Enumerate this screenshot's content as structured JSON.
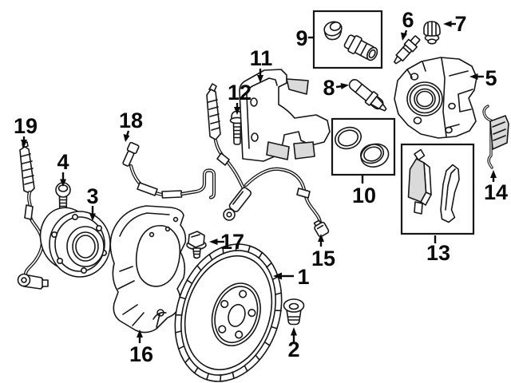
{
  "diagram": {
    "type": "exploded-parts-diagram",
    "subject": "disc-brake-components",
    "background_color": "#ffffff",
    "line_color": "#161616",
    "shade_color": "#dadada",
    "callouts": [
      {
        "num": "1",
        "part": "brake-rotor"
      },
      {
        "num": "2",
        "part": "rotor-set-screw"
      },
      {
        "num": "3",
        "part": "wheel-hub-bearing"
      },
      {
        "num": "4",
        "part": "hub-bolt"
      },
      {
        "num": "5",
        "part": "brake-caliper"
      },
      {
        "num": "6",
        "part": "bleeder-screw"
      },
      {
        "num": "7",
        "part": "bleeder-screw-cap"
      },
      {
        "num": "8",
        "part": "caliper-guide-pin"
      },
      {
        "num": "9",
        "part": "guide-bushing-repair-kit"
      },
      {
        "num": "10",
        "part": "caliper-seal-kit"
      },
      {
        "num": "11",
        "part": "caliper-mounting-bracket"
      },
      {
        "num": "12",
        "part": "caliper-bracket-bolt"
      },
      {
        "num": "13",
        "part": "brake-pad-set"
      },
      {
        "num": "14",
        "part": "pad-retaining-spring"
      },
      {
        "num": "15",
        "part": "wear-sensor-connector"
      },
      {
        "num": "16",
        "part": "brake-dust-shield"
      },
      {
        "num": "17",
        "part": "dust-shield-bolt"
      },
      {
        "num": "18",
        "part": "brake-pad-wear-sensor"
      },
      {
        "num": "19",
        "part": "abs-wheel-speed-sensor"
      }
    ]
  }
}
